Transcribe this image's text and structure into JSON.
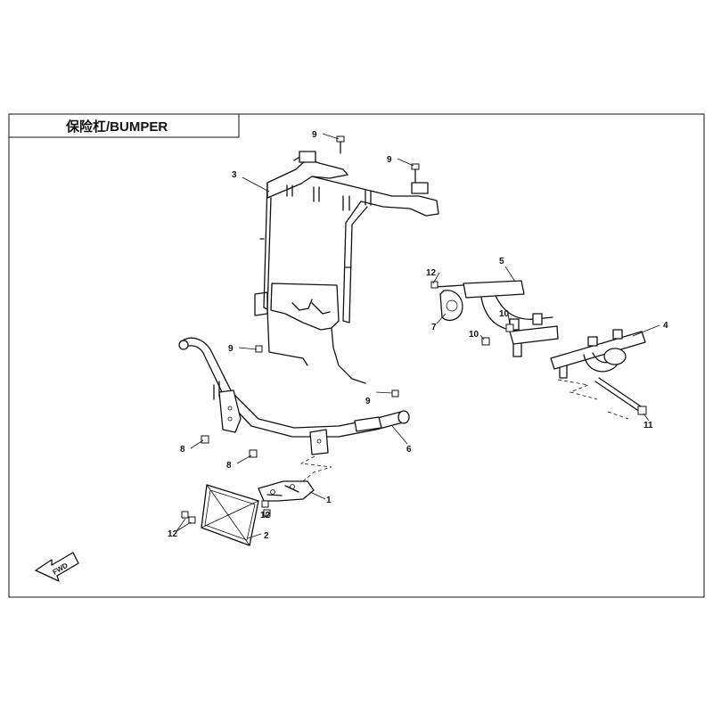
{
  "header": {
    "title": "保险杠/BUMPER"
  },
  "fwd": {
    "label": "FWD"
  },
  "callouts": {
    "c1": "1",
    "c2": "2",
    "c3": "3",
    "c4": "4",
    "c5": "5",
    "c6": "6",
    "c7": "7",
    "c8a": "8",
    "c8b": "8",
    "c9a": "9",
    "c9b": "9",
    "c9c": "9",
    "c9d": "9",
    "c10a": "10",
    "c10b": "10",
    "c11": "11",
    "c12a": "12",
    "c12b": "12",
    "c12c": "12"
  }
}
